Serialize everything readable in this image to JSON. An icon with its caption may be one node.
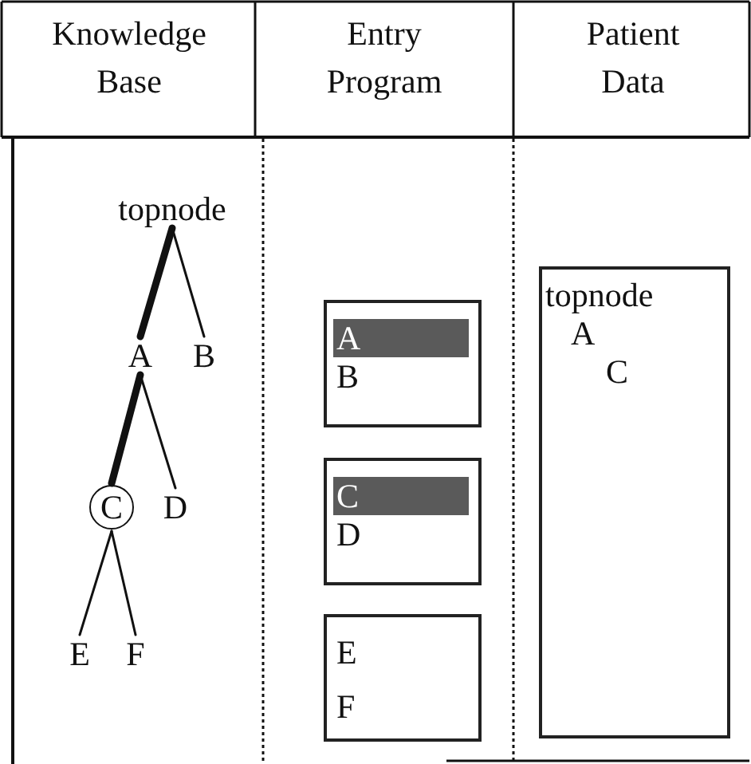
{
  "diagram": {
    "nodes": [
      {
        "text": [
          "topnode"
        ]
      },
      {
        "text": [
          "A"
        ]
      },
      {
        "text": [
          "B"
        ]
      },
      {
        "text": [
          "C"
        ]
      },
      {
        "text": [
          "D"
        ]
      },
      {
        "text": [
          "E"
        ]
      },
      {
        "text": [
          "F"
        ]
      },
      {
        "text": [
          "A",
          "B"
        ]
      },
      {
        "text": [
          "C",
          "D"
        ]
      },
      {
        "text": [
          "E",
          "F"
        ]
      },
      {
        "text": [
          "topnode",
          "A",
          "C"
        ]
      }
    ],
    "edges": [
      {
        "from": 0,
        "to": 1,
        "arrow": "none",
        "style": "thick"
      },
      {
        "from": 0,
        "to": 2,
        "arrow": "none"
      },
      {
        "from": 1,
        "to": 3,
        "arrow": "none",
        "style": "thick"
      },
      {
        "from": 1,
        "to": 4,
        "arrow": "none"
      },
      {
        "from": 3,
        "to": 5,
        "arrow": "none"
      },
      {
        "from": 3,
        "to": 6,
        "arrow": "none"
      }
    ],
    "labels": [
      "Knowledge Base",
      "Entry Program",
      "Patient Data"
    ]
  }
}
